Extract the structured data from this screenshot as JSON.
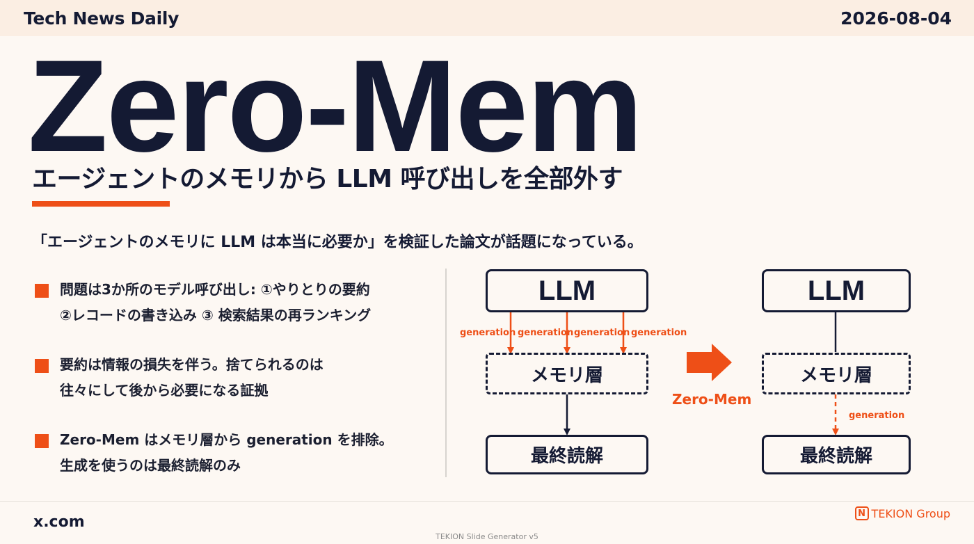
{
  "header": {
    "brand": "Tech News Daily",
    "date": "2026-08-04"
  },
  "headline": "Zero-Mem",
  "subtitle": "エージェントのメモリから LLM 呼び出しを全部外す",
  "lead": "「エージェントのメモリに LLM は本当に必要か」を検証した論文が話題になっている。",
  "bullets": [
    {
      "lines": [
        "問題は3か所のモデル呼び出し: ①やりとりの要約",
        "②レコードの書き込み ③ 検索結果の再ランキング"
      ]
    },
    {
      "lines": [
        "要約は情報の損失を伴う。捨てられるのは",
        "往々にして後から必要になる証拠"
      ]
    },
    {
      "lines": [
        "Zero-Mem はメモリ層から generation を排除。",
        "生成を使うのは最終読解のみ"
      ]
    }
  ],
  "diagram": {
    "left": {
      "top": "LLM",
      "middle": "メモリ層",
      "bottom": "最終読解",
      "edge_labels": [
        "generation",
        "generation",
        "generation",
        "generation"
      ]
    },
    "transition_label": "Zero-Mem",
    "right": {
      "top": "LLM",
      "middle": "メモリ層",
      "bottom": "最終読解",
      "edge_label": "generation"
    }
  },
  "footer": {
    "source": "x.com",
    "logo_mark": "N",
    "logo_text": "TEKION Group",
    "generator": "TEKION Slide Generator v5"
  },
  "colors": {
    "accent": "#ee4f17",
    "ink": "#141a33",
    "background": "#fdf8f3",
    "header_band": "#fbeee3"
  }
}
